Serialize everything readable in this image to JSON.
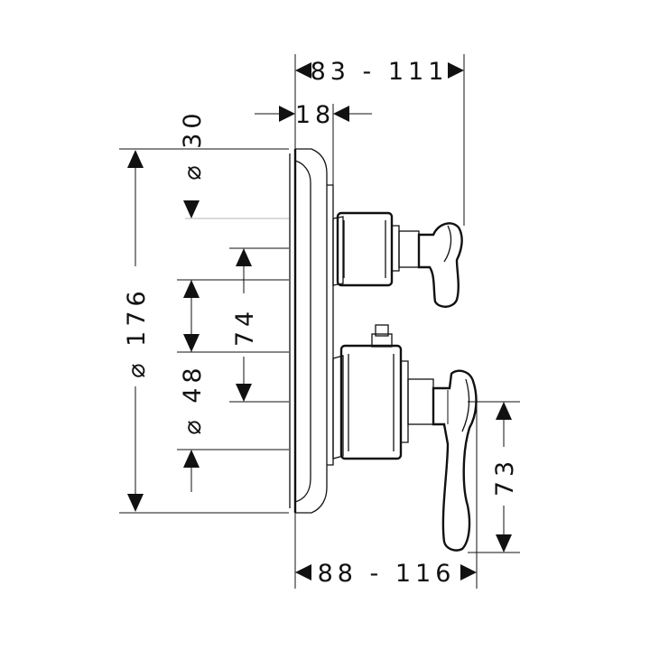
{
  "dimensions": {
    "top_depth_range": "83 - 111",
    "wall_offset": "18",
    "diameter_small_top": "⌀ 30",
    "diameter_plate": "⌀ 176",
    "diameter_small_bottom": "⌀ 48",
    "center_distance": "74",
    "lever_height": "73",
    "bottom_depth_range": "88 - 116"
  },
  "colors": {
    "line": "#111111",
    "hidden_line": "#b5b5b5",
    "background": "#ffffff"
  }
}
